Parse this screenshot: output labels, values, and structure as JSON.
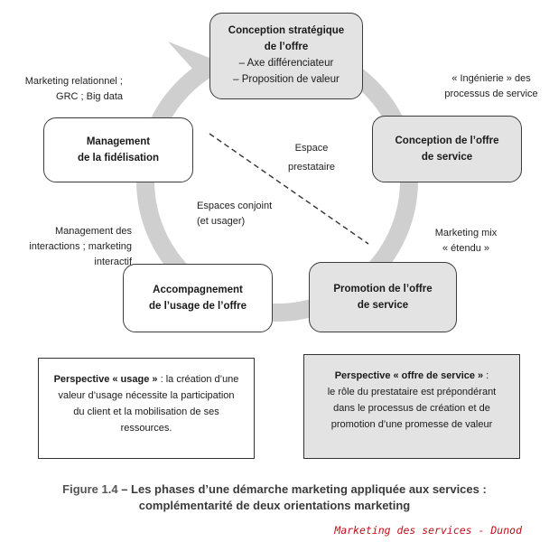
{
  "boxes": {
    "conception_strategique": {
      "title": "Conception stratégique",
      "title2": "de l’offre",
      "line1": "– Axe différenciateur",
      "line2": "– Proposition de valeur"
    },
    "conception_offre": {
      "line1": "Conception de l’offre",
      "line2": "de service"
    },
    "promotion": {
      "line1": "Promotion de l’offre",
      "line2": "de service"
    },
    "accompagnement": {
      "line1": "Accompagnement",
      "line2": "de l’usage de l’offre"
    },
    "management": {
      "line1": "Management",
      "line2": "de la fidélisation"
    }
  },
  "notes": {
    "ingenierie": {
      "line1": "« Ingénierie » des",
      "line2": "processus de service"
    },
    "marketing_mix": {
      "line1": "Marketing mix",
      "line2": "« étendu »"
    },
    "management_interactions": {
      "line1": "Management des",
      "line2": "interactions ; marketing",
      "line3": "interactif"
    },
    "marketing_relationnel": {
      "line1": "Marketing relationnel ;",
      "line2": "GRC ; Big data"
    },
    "espace_prestataire": {
      "line1": "Espace",
      "line2": "prestataire"
    },
    "espaces_conjoint": {
      "line1": "Espaces conjoint",
      "line2": "(et usager)"
    }
  },
  "perspectives": {
    "usage": {
      "title": "Perspective « usage »",
      "rest": " : la création d’une",
      "line2": "valeur d’usage nécessite la participation",
      "line3": "du client et la mobilisation de ses",
      "line4": "ressources."
    },
    "offre": {
      "title": "Perspective « offre de service »",
      "rest": " :",
      "line2": "le rôle du prestataire est prépondérant",
      "line3": "dans le processus de création et de",
      "line4": "promotion d’une promesse de valeur"
    }
  },
  "caption": {
    "figure": "Figure 1.4",
    "line1": " – Les phases d’une démarche marketing appliquée aux services :",
    "line2": "complémentarité de deux orientations marketing"
  },
  "credit": "Marketing des services - Dunod",
  "colors": {
    "ring": "#cfcfcf",
    "gray_box": "#e3e3e3",
    "credit": "#c0101a"
  }
}
